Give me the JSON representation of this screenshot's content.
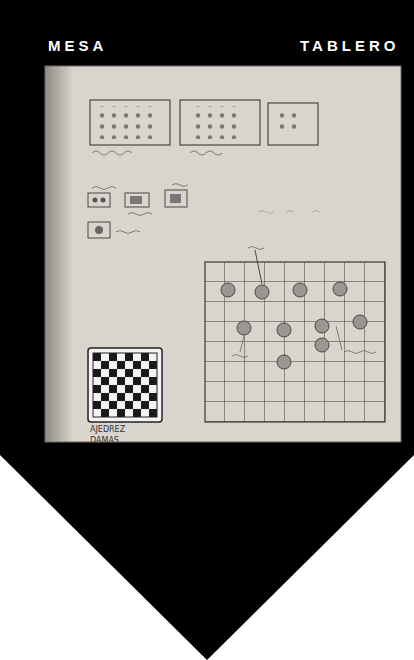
{
  "diagram": {
    "labels": [
      "MESA",
      "TABLERO",
      "AJEDREZ DAMAS"
    ]
  }
}
